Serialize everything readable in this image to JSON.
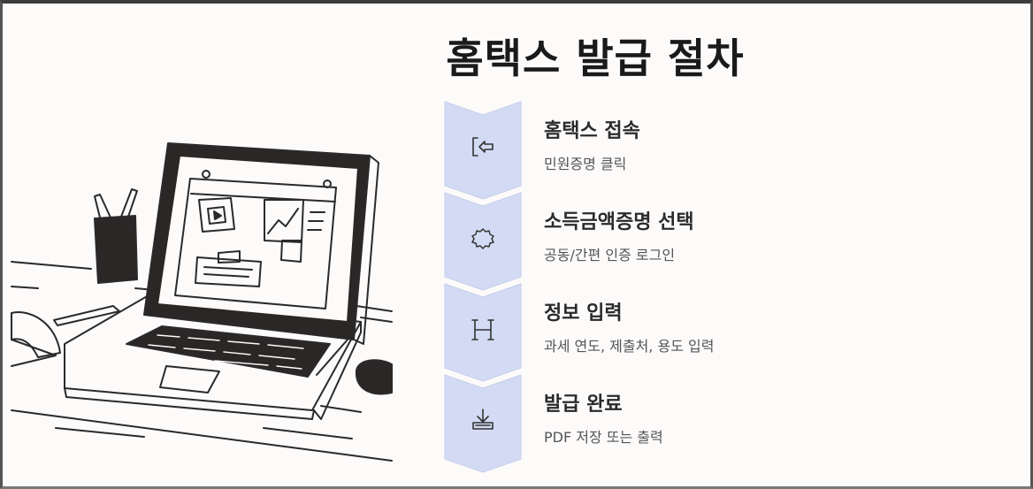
{
  "title": "홈택스 발급 절차",
  "steps": [
    {
      "title": "홈택스 접속",
      "description": "민원증명 클릭",
      "icon": "login-icon"
    },
    {
      "title": "소득금액증명 선택",
      "description": "공동/간편 인증 로그인",
      "icon": "seal-icon"
    },
    {
      "title": "정보 입력",
      "description": "과세 연도, 제출처, 용도 입력",
      "icon": "heading-icon"
    },
    {
      "title": "발급 완료",
      "description": "PDF 저장 또는 출력",
      "icon": "download-icon"
    }
  ],
  "colors": {
    "chevron": "#d3dbf4",
    "chevron_stroke": "#c4cdea",
    "title": "#1a1a1a",
    "icon": "#333333"
  }
}
